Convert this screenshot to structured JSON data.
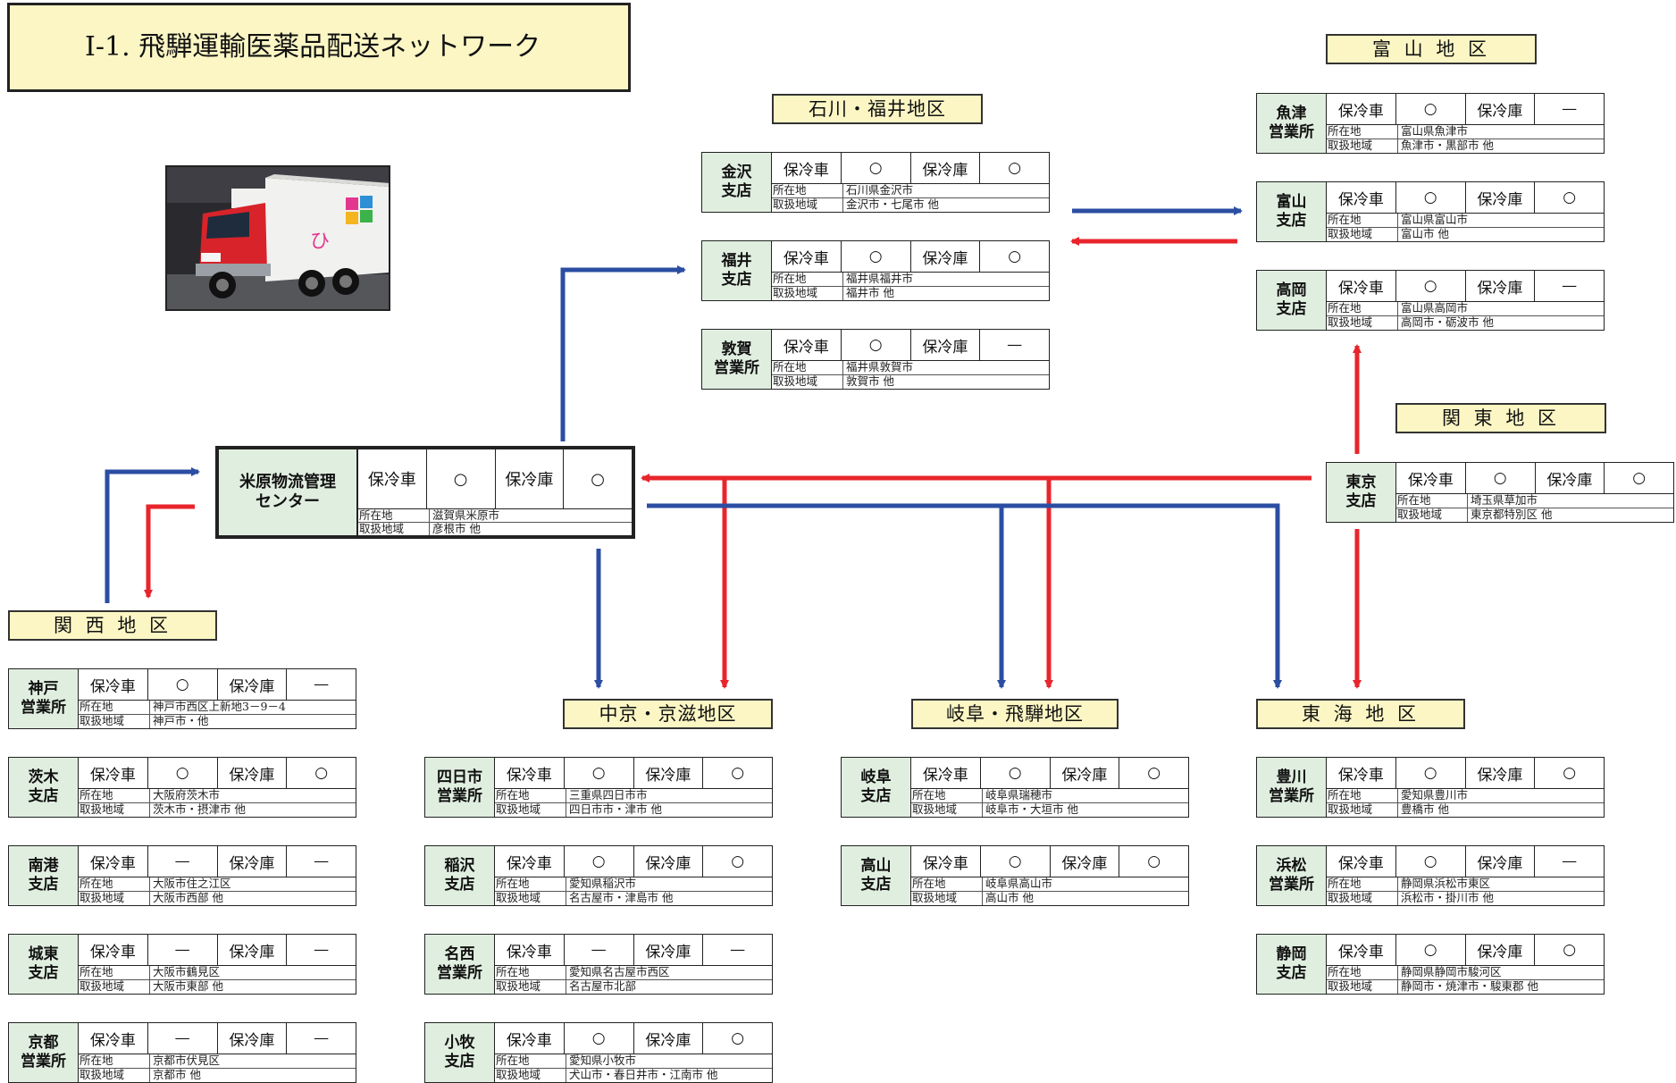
{
  "title": "Ⅰ-1. 飛騨運輸医薬品配送ネットワーク",
  "photo": {
    "icon": "delivery-truck-photo"
  },
  "labels": {
    "reefer_truck": "保冷車",
    "cold_storage": "保冷庫",
    "location": "所在地",
    "area": "取扱地域"
  },
  "colors": {
    "outbound": "#2b4ea2",
    "inbound": "#e8252c",
    "region_fill": "#fbf6c4",
    "name_fill": "#e0eee0"
  },
  "regions": {
    "toyama": "富 山 地 区",
    "ishikawa_fukui": "石川・福井地区",
    "kanto": "関 東 地 区",
    "kansai": "関 西 地 区",
    "chukyo": "中京・京滋地区",
    "gifu": "岐阜・飛騨地区",
    "tokai": "東 海 地 区"
  },
  "center": {
    "name": "米原物流管理\nセンター",
    "truck": "○",
    "storage": "○",
    "location": "滋賀県米原市",
    "area": "彦根市 他"
  },
  "branches": {
    "kanazawa": {
      "name": "金沢\n支店",
      "truck": "○",
      "storage": "○",
      "location": "石川県金沢市",
      "area": "金沢市・七尾市 他"
    },
    "fukui": {
      "name": "福井\n支店",
      "truck": "○",
      "storage": "○",
      "location": "福井県福井市",
      "area": "福井市 他"
    },
    "tsuruga": {
      "name": "敦賀\n営業所",
      "truck": "○",
      "storage": "—",
      "location": "福井県敦賀市",
      "area": "敦賀市 他"
    },
    "uozu": {
      "name": "魚津\n営業所",
      "truck": "○",
      "storage": "—",
      "location": "富山県魚津市",
      "area": "魚津市・黒部市 他"
    },
    "toyama": {
      "name": "富山\n支店",
      "truck": "○",
      "storage": "○",
      "location": "富山県富山市",
      "area": "富山市 他"
    },
    "takaoka": {
      "name": "高岡\n支店",
      "truck": "○",
      "storage": "—",
      "location": "富山県高岡市",
      "area": "高岡市・砺波市 他"
    },
    "tokyo": {
      "name": "東京\n支店",
      "truck": "○",
      "storage": "○",
      "location": "埼玉県草加市",
      "area": "東京都特別区 他"
    },
    "kobe": {
      "name": "神戸\n営業所",
      "truck": "○",
      "storage": "—",
      "location": "神戸市西区上新地3－9－4",
      "area": "神戸市・他"
    },
    "ibaraki": {
      "name": "茨木\n支店",
      "truck": "○",
      "storage": "○",
      "location": "大阪府茨木市",
      "area": "茨木市・摂津市 他"
    },
    "nanko": {
      "name": "南港\n支店",
      "truck": "—",
      "storage": "—",
      "location": "大阪市住之江区",
      "area": "大阪市西部 他"
    },
    "joto": {
      "name": "城東\n支店",
      "truck": "—",
      "storage": "—",
      "location": "大阪市鶴見区",
      "area": "大阪市東部 他"
    },
    "kyoto": {
      "name": "京都\n営業所",
      "truck": "—",
      "storage": "—",
      "location": "京都市伏見区",
      "area": "京都市 他"
    },
    "yokkaichi": {
      "name": "四日市\n営業所",
      "truck": "○",
      "storage": "○",
      "location": "三重県四日市市",
      "area": "四日市市・津市 他"
    },
    "inazawa": {
      "name": "稲沢\n支店",
      "truck": "○",
      "storage": "○",
      "location": "愛知県稲沢市",
      "area": "名古屋市・津島市 他"
    },
    "meisei": {
      "name": "名西\n営業所",
      "truck": "—",
      "storage": "—",
      "location": "愛知県名古屋市西区",
      "area": "名古屋市北部"
    },
    "komaki": {
      "name": "小牧\n支店",
      "truck": "○",
      "storage": "○",
      "location": "愛知県小牧市",
      "area": "犬山市・春日井市・江南市 他"
    },
    "gifu": {
      "name": "岐阜\n支店",
      "truck": "○",
      "storage": "○",
      "location": "岐阜県瑞穂市",
      "area": "岐阜市・大垣市 他"
    },
    "takayama": {
      "name": "高山\n支店",
      "truck": "○",
      "storage": "○",
      "location": "岐阜県高山市",
      "area": "高山市 他"
    },
    "toyokawa": {
      "name": "豊川\n営業所",
      "truck": "○",
      "storage": "○",
      "location": "愛知県豊川市",
      "area": "豊橋市 他"
    },
    "hamamatsu": {
      "name": "浜松\n営業所",
      "truck": "○",
      "storage": "—",
      "location": "静岡県浜松市東区",
      "area": "浜松市・掛川市 他"
    },
    "shizuoka": {
      "name": "静岡\n支店",
      "truck": "○",
      "storage": "○",
      "location": "静岡県静岡市駿河区",
      "area": "静岡市・焼津市・駿東郡 他"
    }
  }
}
